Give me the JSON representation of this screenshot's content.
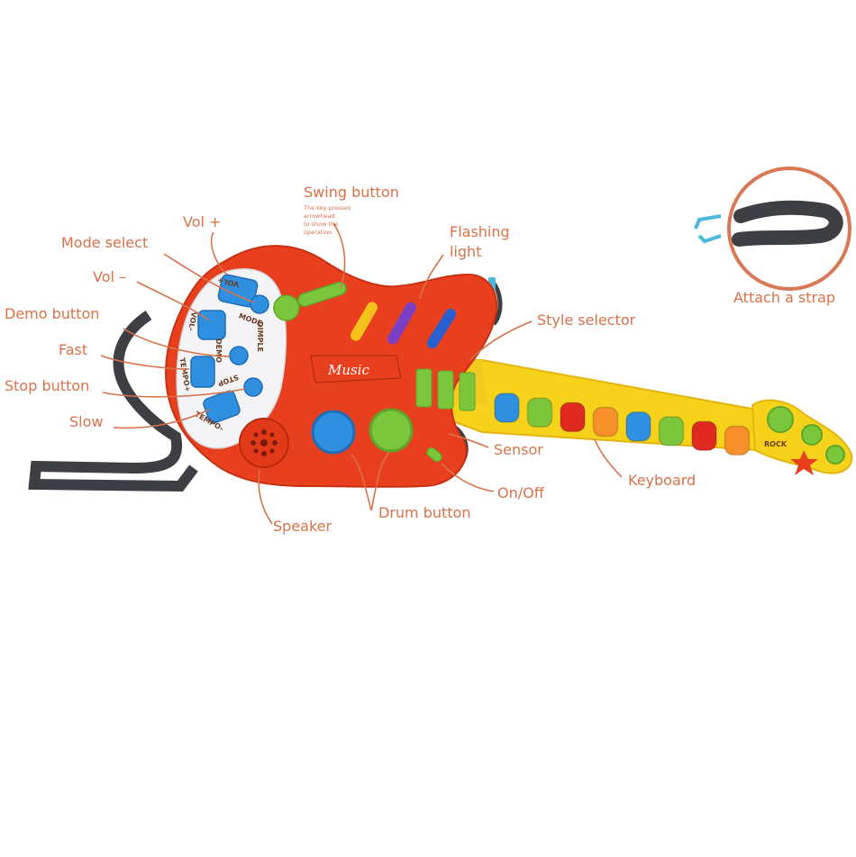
{
  "callouts": {
    "vol_plus": "Vol +",
    "mode_select": "Mode select",
    "vol_minus": "Vol –",
    "demo_button": "Demo button",
    "fast": "Fast",
    "stop_button": "Stop button",
    "slow": "Slow",
    "swing_button": "Swing button",
    "swing_note_1": "The key presses",
    "swing_note_2": "arrowhead",
    "swing_note_3": "to show the",
    "swing_note_4": "operation",
    "flashing_1": "Flashing",
    "flashing_2": "light",
    "style_selector": "Style selector",
    "sensor": "Sensor",
    "on_off": "On/Off",
    "keyboard": "Keyboard",
    "drum_button": "Drum button",
    "speaker": "Speaker",
    "attach_strap": "Attach a strap"
  },
  "guitar_print": {
    "brand": "DIMPLE",
    "music": "Music",
    "rock": "ROCK",
    "vol_minus": "VOL-",
    "vol_plus": "VOL+",
    "mode": "MODE",
    "demo": "DEMO",
    "stop": "STOP",
    "tempo_plus": "TEMPO+",
    "tempo_minus": "TEMPO-"
  },
  "colors": {
    "label": "#d9714a",
    "body_red": "#e8401e",
    "panel": "#f4f4f6",
    "neck_yellow": "#f6d21a",
    "key_blue": "#2f8fe0",
    "key_green": "#7cc63c",
    "key_red": "#e02a1f",
    "key_orange": "#f7902a",
    "strap": "#3d3f44",
    "strap_clip": "#4ab8d8"
  },
  "keyboard_keys": [
    "key_blue",
    "key_green",
    "key_red",
    "key_orange",
    "key_blue",
    "key_green",
    "key_red",
    "key_orange"
  ]
}
